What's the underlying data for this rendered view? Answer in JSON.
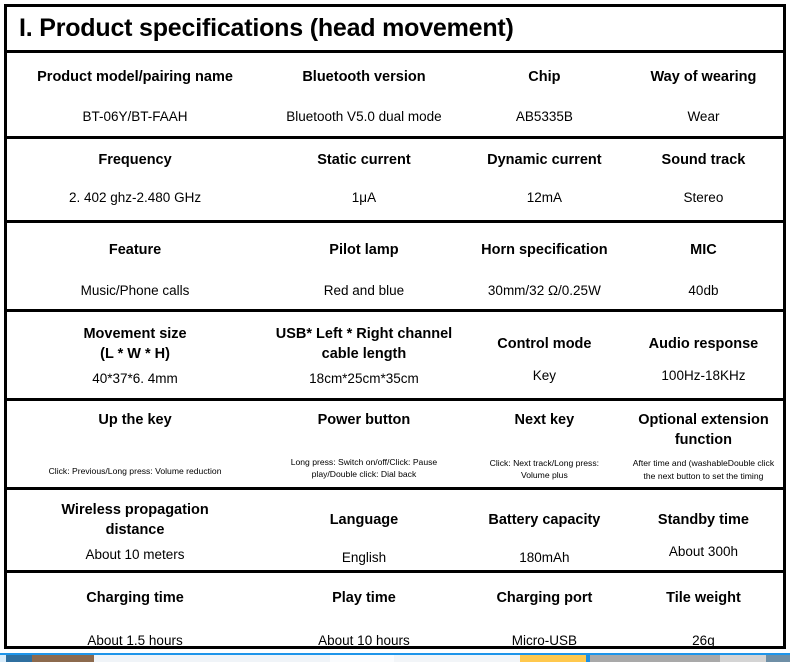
{
  "document": {
    "title": "I. Product specifications (head movement)"
  },
  "spec_table": {
    "rows": [
      {
        "headers": [
          "Product model/pairing name",
          "Bluetooth version",
          "Chip",
          "Way of wearing"
        ],
        "values": [
          "BT-06Y/BT-FAAH",
          "Bluetooth V5.0 dual mode",
          "AB5335B",
          "Wear"
        ]
      },
      {
        "headers": [
          "Frequency",
          "Static current",
          "Dynamic current",
          "Sound track"
        ],
        "values": [
          "2. 402 ghz-2.480 GHz",
          "1μA",
          "12mA",
          "Stereo"
        ]
      },
      {
        "headers": [
          "Feature",
          "Pilot lamp",
          "Horn specification",
          "MIC"
        ],
        "values": [
          "Music/Phone calls",
          "Red and blue",
          "30mm/32 Ω/0.25W",
          "40db"
        ]
      },
      {
        "headers": [
          "Movement size\n(L * W * H)",
          "USB* Left * Right channel\ncable length",
          "Control mode",
          "Audio response"
        ],
        "values": [
          "40*37*6. 4mm",
          "18cm*25cm*35cm",
          "Key",
          "100Hz-18KHz"
        ]
      },
      {
        "headers": [
          "Up the key",
          "Power button",
          "Next key",
          "Optional extension\nfunction"
        ],
        "values": [
          "Click: Previous/Long press: Volume reduction",
          "Long press: Switch on/off/Click: Pause\nplay/Double click: Dial back",
          "Click: Next track/Long press:\nVolume plus",
          "After time and (washableDouble click\nthe next button to set the timing"
        ],
        "value_size": "tiny"
      },
      {
        "headers": [
          "Wireless propagation\ndistance",
          "Language",
          "Battery capacity",
          "Standby time"
        ],
        "values": [
          "About 10 meters",
          "English",
          "180mAh",
          "About 300h"
        ]
      },
      {
        "headers": [
          "Charging time",
          "Play time",
          "Charging port",
          "Tile weight"
        ],
        "values": [
          "About 1.5 hours",
          "About 10 hours",
          "Micro-USB",
          "26g"
        ]
      }
    ]
  },
  "colors": {
    "border": "#000000",
    "background": "#ffffff",
    "text": "#000000"
  }
}
